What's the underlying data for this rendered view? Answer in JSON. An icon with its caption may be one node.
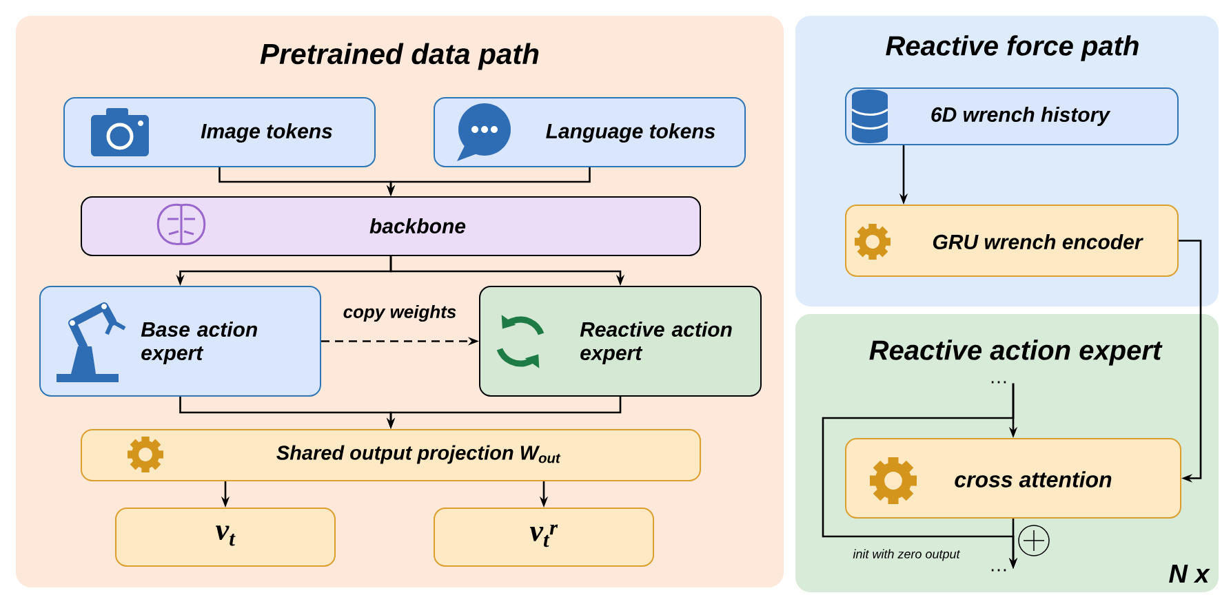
{
  "diagram": {
    "nodes": [
      {
        "text": [
          "Pretrained data path"
        ]
      },
      {
        "text": [
          "Image tokens"
        ],
        "in": 0
      },
      {
        "text": [
          "Language tokens"
        ],
        "in": 0
      },
      {
        "text": [
          "backbone"
        ],
        "in": 0
      },
      {
        "text": [
          "Base action expert"
        ],
        "in": 0
      },
      {
        "text": [
          "Reactive action expert"
        ],
        "in": 0
      },
      {
        "text": [
          "Shared output projection W$_{out}$"
        ],
        "in": 0
      },
      {
        "text": [
          "v$_{t}$"
        ],
        "in": 0
      },
      {
        "text": [
          "v$_{t}$$^{r}$"
        ],
        "in": 0
      },
      {
        "text": [
          "Reactive force path"
        ]
      },
      {
        "text": [
          "6D wrench history"
        ],
        "in": 9
      },
      {
        "text": [
          "GRU wrench encoder"
        ],
        "in": 9
      },
      {
        "text": [
          "Reactive action expert",
          "N x"
        ]
      },
      {
        "text": [
          "…"
        ],
        "in": 12
      },
      {
        "text": [
          "cross attention"
        ],
        "in": 12
      },
      {
        "text": [
          "…"
        ],
        "in": 12
      }
    ],
    "edges": [
      {
        "from": 1,
        "to": 3,
        "arrow": "to"
      },
      {
        "from": 2,
        "to": 3,
        "arrow": "to"
      },
      {
        "from": 3,
        "to": 4,
        "arrow": "to"
      },
      {
        "from": 3,
        "to": 5,
        "arrow": "to"
      },
      {
        "from": 4,
        "to": 5,
        "arrow": "to",
        "style": "dashed",
        "label": "copy weights"
      },
      {
        "from": 4,
        "to": 6,
        "arrow": "to"
      },
      {
        "from": 5,
        "to": 6,
        "arrow": "to"
      },
      {
        "from": 6,
        "to": 7,
        "arrow": "to"
      },
      {
        "from": 6,
        "to": 8,
        "arrow": "to"
      },
      {
        "from": 10,
        "to": 11,
        "arrow": "to"
      },
      {
        "from": 11,
        "to": 14,
        "arrow": "to"
      },
      {
        "from": 13,
        "to": 14,
        "arrow": "to"
      },
      {
        "from": 14,
        "to": 15,
        "arrow": "to"
      },
      {
        "from": 13,
        "to": 15,
        "arrow": "to",
        "label": "init with zero output"
      }
    ]
  }
}
